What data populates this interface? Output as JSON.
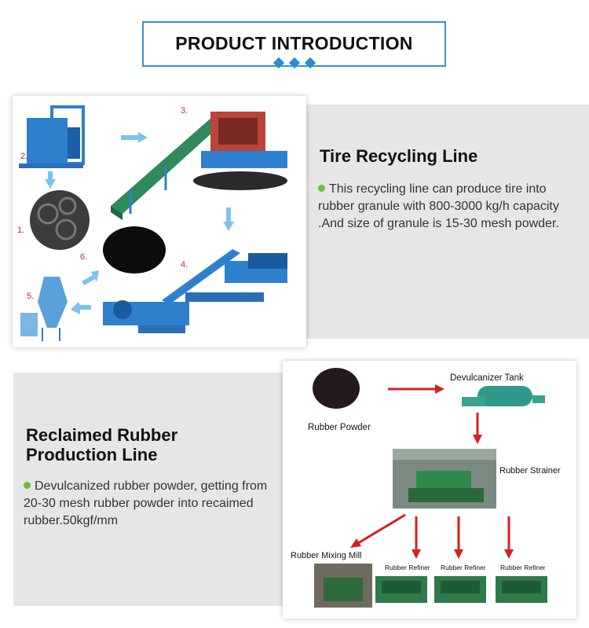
{
  "header": {
    "title": "PRODUCT INTRODUCTION"
  },
  "section1": {
    "heading": "Tire Recycling Line",
    "description": "This recycling line can produce tire into rubber granule with 800-3000 kg/h capacity .And size of granule is 15-30 mesh powder.",
    "step_numbers": [
      "1.",
      "2.",
      "3.",
      "4.",
      "5.",
      "6."
    ]
  },
  "section2": {
    "heading_line1": "Reclaimed Rubber",
    "heading_line2": "Production Line",
    "description": "Devulcanized rubber powder, getting from 20-30 mesh rubber powder into recaimed rubber.50kgf/mm",
    "labels": {
      "rubber_powder": "Rubber Powder",
      "devulcanizer_tank": "Devulcanizer Tank",
      "rubber_strainer": "Rubber Strainer",
      "rubber_mixing_mill": "Rubber Mixing Mill",
      "rubber_refiner_1": "Rubber Refiner",
      "rubber_refiner_2": "Rubber Refiner",
      "rubber_refiner_3": "Rubber Refiner"
    }
  },
  "colors": {
    "accent_blue": "#3a8fd0",
    "bullet_green": "#6cbf3a",
    "arrow_red": "#d42020",
    "arrow_blue": "#7cc3ec"
  }
}
